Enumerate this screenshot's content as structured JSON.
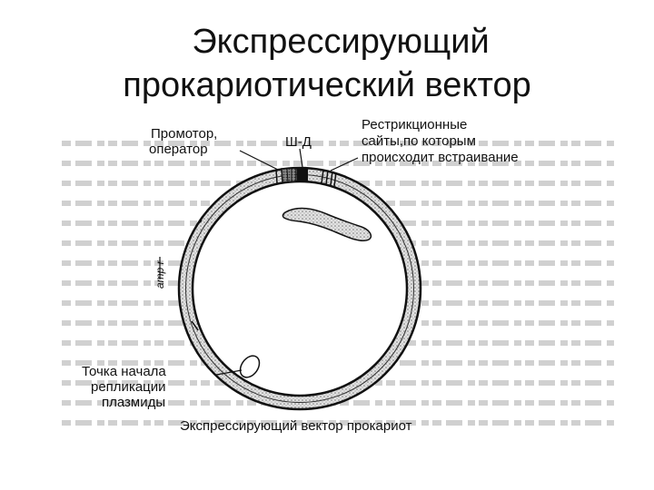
{
  "slide": {
    "title_line_1": "Экспрессирующий",
    "title_line_2": "прокариотический вектор"
  },
  "figure": {
    "labels": {
      "promoter_line_1": "Промотор,",
      "promoter_line_2": "оператор",
      "sd": "Ш-Д",
      "restriction_line_1": "Рестрикционные",
      "restriction_line_2": "сайты,по которым",
      "restriction_line_3": "происходит встраивание",
      "amp": "amp r",
      "origin_line_1": "Точка начала",
      "origin_line_2": "репликации",
      "origin_line_3": "плазмиды",
      "caption": "Экспрессирующий вектор прокариот"
    },
    "colors": {
      "ink": "#111111",
      "ring_fill": "#cfcfcf",
      "background_text": "#c8c8c8"
    }
  }
}
